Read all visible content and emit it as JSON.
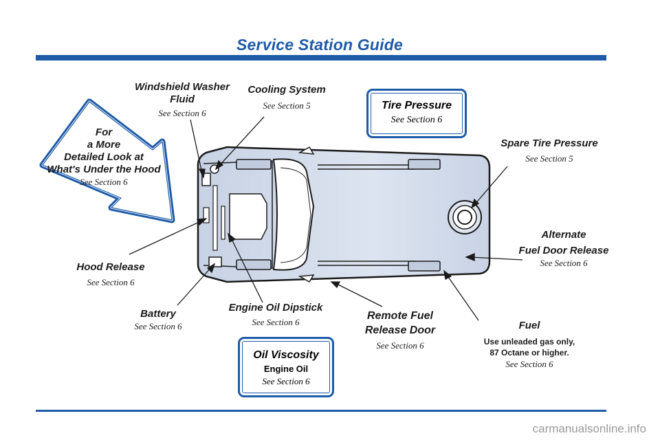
{
  "header": {
    "title": "Service Station Guide"
  },
  "callout": {
    "lines": [
      "For",
      "a More",
      "Detailed Look at",
      "What's Under the Hood"
    ],
    "section": "See Section 6"
  },
  "labels": {
    "washer": {
      "line1": "Windshield Washer",
      "line2": "Fluid",
      "section": "See Section 6"
    },
    "cooling": {
      "title": "Cooling System",
      "section": "See Section 5"
    },
    "spare": {
      "title": "Spare Tire Pressure",
      "section": "See Section 5"
    },
    "alt_fuel": {
      "line1": "Alternate",
      "line2": "Fuel Door Release",
      "section": "See Section 6"
    },
    "hood": {
      "title": "Hood Release",
      "section": "See Section 6"
    },
    "battery": {
      "title": "Battery",
      "section": "See Section 6"
    },
    "dipstick": {
      "title": "Engine Oil Dipstick",
      "section": "See Section 6"
    },
    "remote_fuel": {
      "line1": "Remote Fuel",
      "line2": "Release Door",
      "section": "See Section 6"
    },
    "fuel": {
      "title": "Fuel",
      "line1": "Use unleaded gas only,",
      "line2": "87 Octane or higher.",
      "section": "See Section 6"
    }
  },
  "boxes": {
    "tire": {
      "title": "Tire Pressure",
      "section": "See Section 6"
    },
    "oil": {
      "title": "Oil Viscosity",
      "sub": "Engine Oil",
      "section": "See Section 6"
    }
  },
  "watermark": "carmanualsonline.info",
  "colors": {
    "brand_blue": "#1e5aa8",
    "car_fill": "#d3dcea",
    "outline": "#1a1a1a"
  }
}
